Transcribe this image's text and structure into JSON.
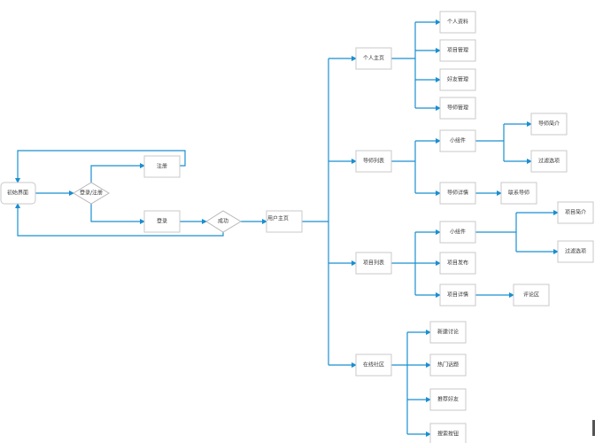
{
  "colors": {
    "edge": "#1a8fd1",
    "node_border": "#c8c8c8",
    "text": "#333333",
    "background": "#ffffff"
  },
  "nodes": {
    "start": "初始界面",
    "login_register": "登录/注册",
    "register": "注册",
    "login": "登录",
    "success": "成功",
    "user_home": "用户主页",
    "personal_home": "个人主页",
    "personal_profile": "个人资料",
    "project_manage": "项目管理",
    "friend_manage": "好友管理",
    "mentor_manage": "导师管理",
    "mentor_list": "导师列表",
    "mentor_widget": "小组件",
    "mentor_intro": "导师简介",
    "mentor_filter": "过滤选项",
    "mentor_detail": "导师详情",
    "contact_mentor": "联系导师",
    "project_list": "项目列表",
    "project_widget": "小组件",
    "project_intro": "项目简介",
    "project_filter": "过滤选项",
    "project_publish": "项目发布",
    "project_detail": "项目详情",
    "comment_area": "评论区",
    "community": "在线社区",
    "new_discussion": "新建讨论",
    "hot_topics": "热门话题",
    "recommend_friends": "推荐好友",
    "search_button": "搜索按钮"
  }
}
